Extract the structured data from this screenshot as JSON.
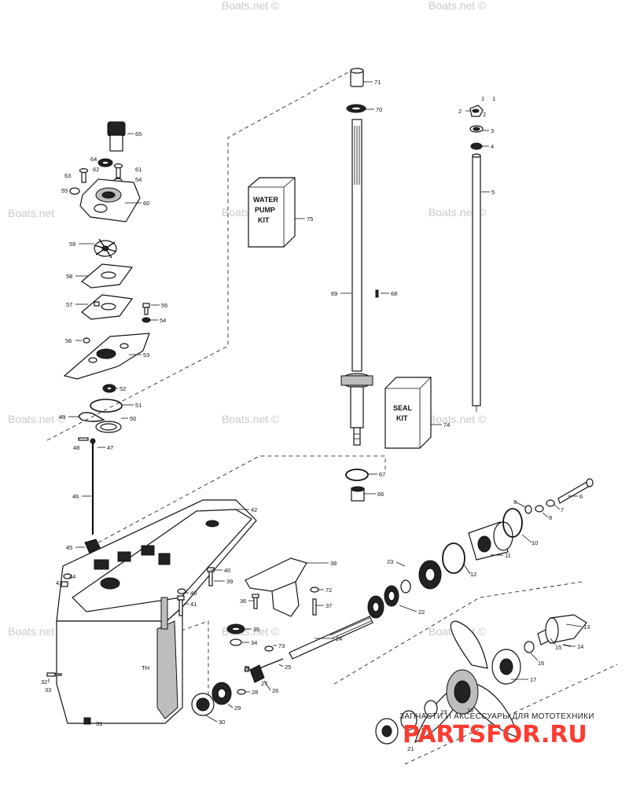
{
  "watermarks": [
    "Boats.net",
    "Boats.net ©",
    "Boats.net ©",
    "Boats.net ©",
    "Boats.net ©",
    "Boats.net ©",
    "Boats.net ©",
    "Boats.net ©",
    "Boats.net ©",
    "Boats.net ©",
    "Boats.net ©"
  ],
  "kits": {
    "water_pump": [
      "WATER",
      "PUMP",
      "KIT"
    ],
    "seal": [
      "SEAL",
      "KIT"
    ]
  },
  "callouts": {
    "c1": "1",
    "c1b": "1",
    "c2": "2",
    "c2b": "2",
    "c3": "3",
    "c4": "4",
    "c5": "5",
    "c6": "6",
    "c7": "7",
    "c8": "8",
    "c9": "9",
    "c10": "10",
    "c11": "11",
    "c12": "12",
    "c13": "13",
    "c14": "14",
    "c15": "15",
    "c16": "16",
    "c17": "17",
    "c18": "18",
    "c19": "19",
    "c20": "20",
    "c21": "21",
    "c22": "22",
    "c23": "23",
    "c24": "24",
    "c25": "25",
    "c26": "26",
    "c26b": "26",
    "c27": "27",
    "c28": "28",
    "c29": "29",
    "c30": "30",
    "c31": "31",
    "c32": "32",
    "c33": "33",
    "c34": "34",
    "c35": "35",
    "c36": "36",
    "c37": "37",
    "c38": "38",
    "c39": "39",
    "c40": "40",
    "c40b": "40",
    "c41": "41",
    "c42": "42",
    "c43": "43",
    "c44": "44",
    "c45": "45",
    "c46": "46",
    "c47": "47",
    "c48": "48",
    "c49": "49",
    "c50": "50",
    "c51": "51",
    "c52": "52",
    "c53": "53",
    "c54": "54",
    "c54b": "54",
    "c55": "55",
    "c56": "56",
    "c57": "57",
    "c58": "58",
    "c59": "59",
    "c60": "60",
    "c61": "61",
    "c62": "62",
    "c63": "63",
    "c64": "64",
    "c65": "65",
    "c66": "66",
    "c67": "67",
    "c68": "68",
    "c69": "69",
    "c70": "70",
    "c71": "71",
    "c72": "72",
    "c73": "73",
    "c74": "74",
    "c75": "75"
  },
  "footer": {
    "tagline": "ЗАПЧАСТИ И АКСЕССУАРЫ ДЛЯ МОТОТЕХНИКИ",
    "brand": "PARTSFOR.RU"
  },
  "colors": {
    "brand": "#ff3b30",
    "line": "#111111",
    "watermark": "#c9c9c9"
  }
}
